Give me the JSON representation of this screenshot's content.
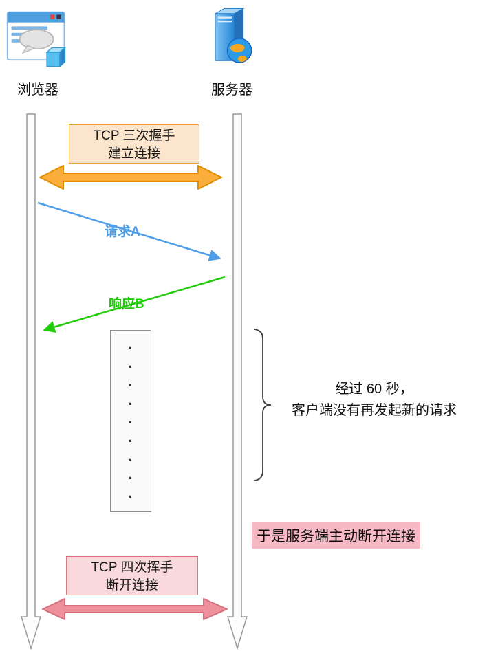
{
  "actors": {
    "browser": {
      "label": "浏览器"
    },
    "server": {
      "label": "服务器"
    }
  },
  "handshake": {
    "line1": "TCP 三次握手",
    "line2": "建立连接"
  },
  "messages": {
    "request": "请求A",
    "response": "响应B"
  },
  "idle": {
    "dots": "·\n·\n·\n·\n·\n·\n·\n·\n·",
    "note_line1": "经过 60 秒，",
    "note_line2": "客户端没有再发起新的请求"
  },
  "disconnect": {
    "highlight": "于是服务端主动断开连接",
    "box_line1": "TCP 四次挥手",
    "box_line2": "断开连接"
  },
  "colors": {
    "handshake_arrow_fill": "#FBAE3C",
    "handshake_arrow_stroke": "#E08E00",
    "request_arrow": "#4E9FE8",
    "response_arrow": "#22CC0A",
    "teardown_arrow_fill": "#EE8F9C",
    "teardown_arrow_stroke": "#D4707E",
    "highlight_bg": "#F7B9C3",
    "handshake_box_bg": "#FBE5CD",
    "handshake_box_border": "#E8A23D",
    "teardown_box_bg": "#F9D9DC",
    "teardown_box_border": "#D9747E"
  }
}
